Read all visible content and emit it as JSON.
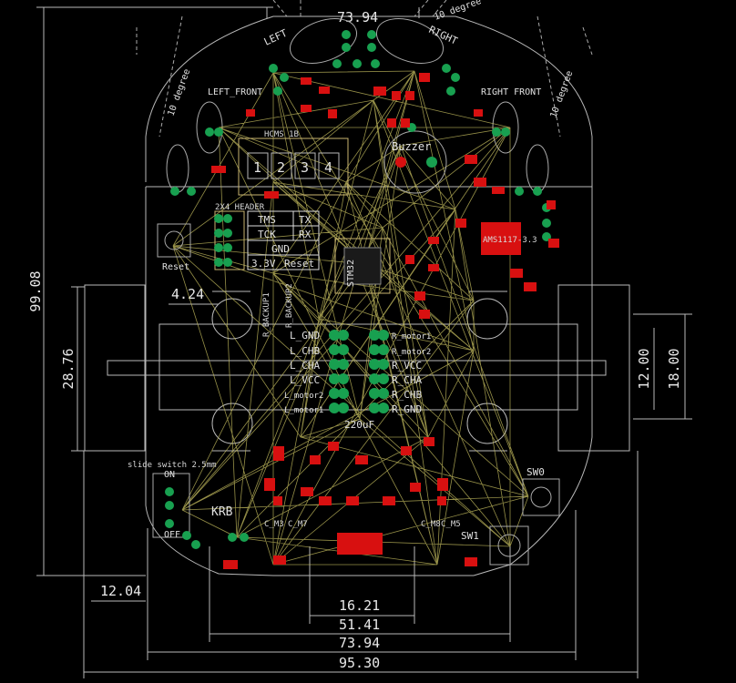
{
  "dimensions": {
    "total_height": "99.08",
    "motor_height": "28.76",
    "offset_h": "4.24",
    "inner_h1": "12.00",
    "inner_h2": "18.00",
    "left_offset": "12.04",
    "w1": "16.21",
    "w2": "51.41",
    "w3": "73.94",
    "w4": "95.30"
  },
  "sensors": {
    "left": "LEFT",
    "right": "RIGHT",
    "left_front": "LEFT_FRONT",
    "right_front": "RIGHT FRONT",
    "deg_top": "10 degree",
    "deg_left": "10 degree",
    "deg_right": "10 degree"
  },
  "components": {
    "buzzer": "Buzzer",
    "hcms": "HCMS 1B",
    "mcu": "STM32",
    "reset": "Reset",
    "header": "2X4 HEADER",
    "slide_switch": "slide switch 2.5mm",
    "on": "ON",
    "off": "OFF",
    "krb": "KRB",
    "sw0": "SW0",
    "sw1": "SW1",
    "cap": "220uF",
    "reg": "AMS1117-3.3",
    "backup_l": "R_BACKUP1",
    "backup_r": "R_BACKUP2"
  },
  "header_pins": [
    "TMS",
    "TX",
    "TCK",
    "RX",
    "GND",
    "3.3V",
    "Reset"
  ],
  "hcms_digits": [
    "1",
    "2",
    "3",
    "4"
  ],
  "left_conn": [
    "L_GND",
    "L_CHB",
    "L_CHA",
    "L_VCC",
    "L_motor2",
    "L_motor1"
  ],
  "right_conn": [
    "R_motor1",
    "R_motor2",
    "R_VCC",
    "R_CHA",
    "R_CHB",
    "R_GND"
  ],
  "leds": [
    "C_M3",
    "C_M7",
    "C_M8",
    "C_M5"
  ]
}
